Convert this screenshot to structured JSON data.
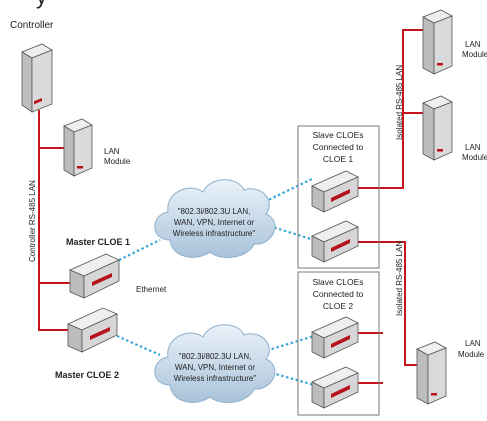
{
  "header": {
    "controller_label": "Controller"
  },
  "lan_module": {
    "line1": "LAN",
    "line2": "Module"
  },
  "links": {
    "controller_bus": "Controller RS-485 LAN",
    "isolated_bus": "Isolated RS-485 LAN",
    "ethernet": "Ethernet"
  },
  "masters": {
    "master1": "Master CLOE 1",
    "master2": "Master CLOE 2"
  },
  "cloud": {
    "lines": [
      "\"802.3i/802.3U LAN,",
      "WAN, VPN, Internet or",
      "Wireless infrastructure\""
    ]
  },
  "slave_groups": [
    {
      "lines": [
        "Slave CLOEs",
        "Connected to",
        "CLOE 1"
      ]
    },
    {
      "lines": [
        "Slave CLOEs",
        "Connected to",
        "CLOE 2"
      ]
    }
  ],
  "colors": {
    "bus": "#c8141e",
    "ethernet": "#3aa6d8",
    "cloud": "#c9dbea",
    "device": "#d9d9d9",
    "accent": "#b5121b"
  }
}
